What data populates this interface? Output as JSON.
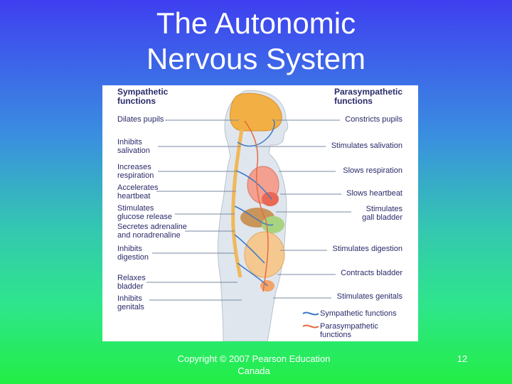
{
  "slide": {
    "title_line1": "The Autonomic",
    "title_line2": "Nervous System",
    "footer_line1": "Copyright © 2007 Pearson Education",
    "footer_line2": "Canada",
    "page_number": "12"
  },
  "diagram": {
    "sympathetic_heading_line1": "Sympathetic",
    "sympathetic_heading_line2": "functions",
    "parasympathetic_heading_line1": "Parasympathetic",
    "parasympathetic_heading_line2": "functions",
    "sympathetic_labels": [
      "Dilates pupils",
      "Inhibits",
      "salivation",
      "Increases",
      "respiration",
      "Accelerates",
      "heartbeat",
      "Stimulates",
      "glucose release",
      "Secretes adrenaline",
      "and noradrenaline",
      "Inhibits",
      "digestion",
      "Relaxes",
      "bladder",
      "Inhibits",
      "genitals"
    ],
    "parasympathetic_labels": [
      "Constricts pupils",
      "Stimulates salivation",
      "Slows respiration",
      "Slows heartbeat",
      "Stimulates",
      "gall bladder",
      "Stimulates digestion",
      "Contracts bladder",
      "Stimulates genitals"
    ],
    "legend": {
      "sympathetic": "Sympathetic functions",
      "parasympathetic_line1": "Parasympathetic",
      "parasympathetic_line2": "functions",
      "sympathetic_color": "#3a78c8",
      "parasympathetic_color": "#e86a40"
    }
  }
}
